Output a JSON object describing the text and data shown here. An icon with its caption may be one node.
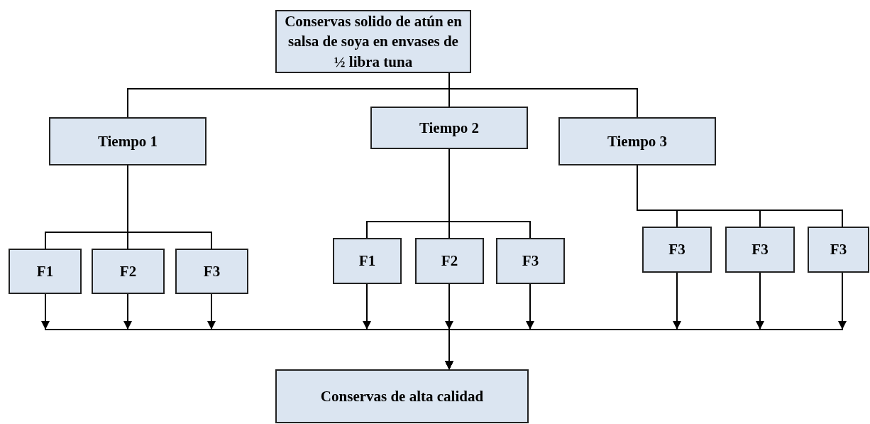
{
  "diagram": {
    "nodes": [
      {
        "text": [
          "Conservas solido de atún en salsa de soya en envases de ½ libra tuna"
        ]
      },
      {
        "text": [
          "Tiempo 1"
        ]
      },
      {
        "text": [
          "Tiempo 2"
        ]
      },
      {
        "text": [
          "Tiempo 3"
        ]
      },
      {
        "text": [
          "F1"
        ]
      },
      {
        "text": [
          "F2"
        ]
      },
      {
        "text": [
          "F3"
        ]
      },
      {
        "text": [
          "F1"
        ]
      },
      {
        "text": [
          "F2"
        ]
      },
      {
        "text": [
          "F3"
        ]
      },
      {
        "text": [
          "F3"
        ]
      },
      {
        "text": [
          "F3"
        ]
      },
      {
        "text": [
          "F3"
        ]
      },
      {
        "text": [
          "Conservas de alta calidad"
        ]
      }
    ],
    "edges": [
      {
        "from": 0,
        "to": 1,
        "arrow": "none"
      },
      {
        "from": 0,
        "to": 2,
        "arrow": "none"
      },
      {
        "from": 0,
        "to": 3,
        "arrow": "none"
      },
      {
        "from": 1,
        "to": 4,
        "arrow": "none"
      },
      {
        "from": 1,
        "to": 5,
        "arrow": "none"
      },
      {
        "from": 1,
        "to": 6,
        "arrow": "none"
      },
      {
        "from": 2,
        "to": 7,
        "arrow": "none"
      },
      {
        "from": 2,
        "to": 8,
        "arrow": "none"
      },
      {
        "from": 2,
        "to": 9,
        "arrow": "none"
      },
      {
        "from": 3,
        "to": 10,
        "arrow": "none"
      },
      {
        "from": 3,
        "to": 11,
        "arrow": "none"
      },
      {
        "from": 3,
        "to": 12,
        "arrow": "none"
      },
      {
        "from": 4,
        "to": 13,
        "arrow": "to"
      },
      {
        "from": 5,
        "to": 13,
        "arrow": "to"
      },
      {
        "from": 6,
        "to": 13,
        "arrow": "to"
      },
      {
        "from": 7,
        "to": 13,
        "arrow": "to"
      },
      {
        "from": 8,
        "to": 13,
        "arrow": "to"
      },
      {
        "from": 9,
        "to": 13,
        "arrow": "to"
      },
      {
        "from": 10,
        "to": 13,
        "arrow": "to"
      },
      {
        "from": 11,
        "to": 13,
        "arrow": "to"
      },
      {
        "from": 12,
        "to": 13,
        "arrow": "to"
      }
    ]
  }
}
